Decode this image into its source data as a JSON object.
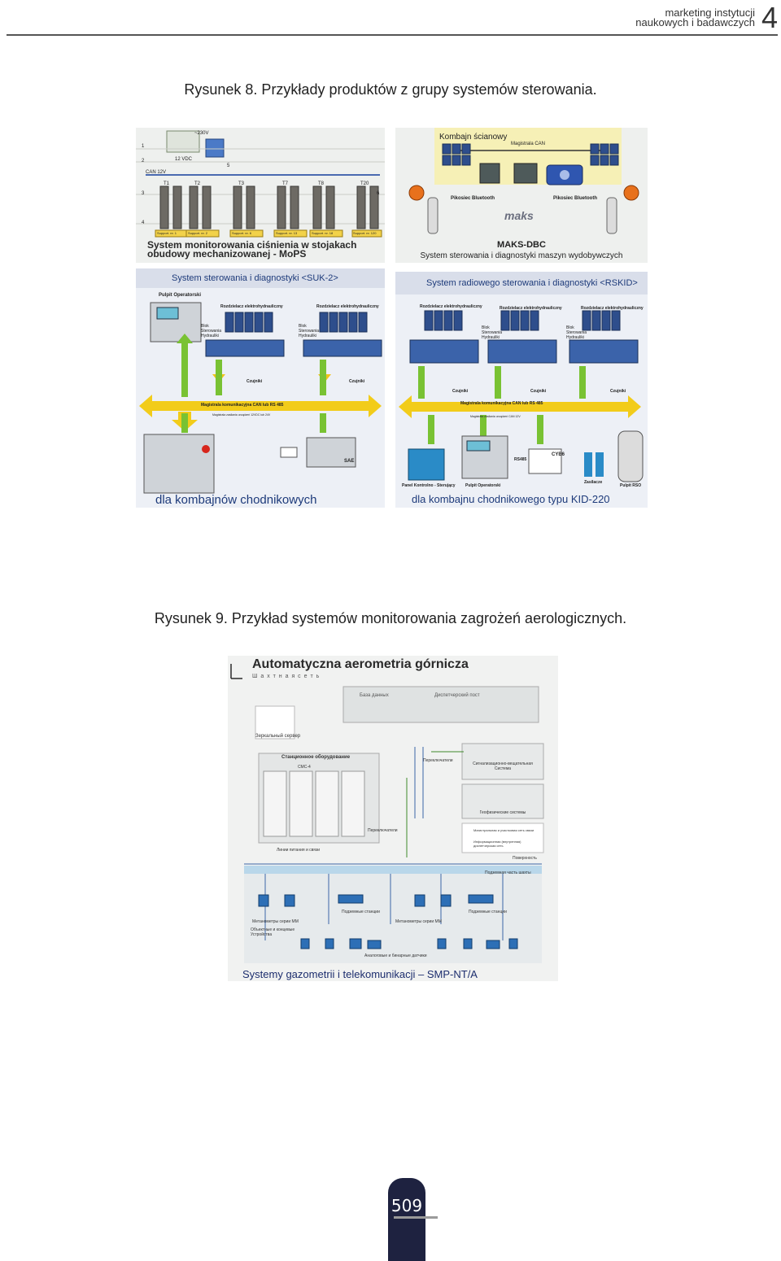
{
  "header": {
    "line1": "marketing instytucji",
    "line2": "naukowych i badawczych",
    "chapter": "4"
  },
  "figure8": {
    "caption": "Rysunek 8. Przykłady produktów z grupy systemów sterowania.",
    "mops": {
      "title_line1": "System monitorowania ciśnienia w stojakach",
      "title_line2": "obudowy mechanizowanej - MoPS",
      "voltage_230": "~230V",
      "voltage_12vdc": "12 VDC",
      "can_label": "CAN 12V",
      "row_numbers": [
        "1",
        "2",
        "3",
        "4",
        "5",
        "6"
      ],
      "tanks": [
        "T1",
        "T2",
        "T3",
        "T7",
        "T8",
        "T20"
      ],
      "supports": [
        "Support. nr. 1",
        "Support. nr. 2",
        "Support. nr. 6",
        "Support. nr. 13",
        "Support. nr. 18",
        "Support. nr. 120"
      ]
    },
    "maks": {
      "top_label": "Kombajn ścianowy",
      "bus_label": "Magistrala CAN",
      "remote_left": "Pikosiec Bluetooth",
      "remote_right": "Pikosiec Bluetooth",
      "logo": "maks",
      "title": "MAKS-DBC",
      "subtitle": "System sterowania i diagnostyki maszyn wydobywczych"
    },
    "suk": {
      "title": "System sterowania i diagnostyki <SUK-2>",
      "operator_panel": "Pulpit Operatorski",
      "distributor_1": "Rozdzielacz elektrohydrauliczny",
      "distributor_2": "Rozdzielacz elektrohydrauliczny",
      "block_label": "Blok Sterowania Hydrauliki",
      "sensors": "Czujniki",
      "bus": "Magistrala komunikacyjna CAN lub RS 485",
      "bus_sub": "Magistrala zasilania urządzeń   12VDC   lub   24V",
      "sae": "SAE",
      "footer": "dla kombajnów chodnikowych"
    },
    "rskid": {
      "title": "System radiowego sterowania i diagnostyki <RSKID>",
      "distributor": "Rozdzielacz elektrohydrauliczny",
      "block_label": "Blok Sterowania Hydrauliki",
      "sensors": "Czujniki",
      "bus": "Magistrala komunikacyjna CAN lub RS 485",
      "bus_sub": "Magistrala zasilania urządzeń   CAN   12V",
      "rs485": "RS485",
      "cyb": "CYB6",
      "panel_left": "Panel Kontrolno - Sterujący",
      "panel_mid": "Pulpit Operatorski",
      "power": "Zasilacze",
      "rso": "Pulpit RSO",
      "footer": "dla kombajnu chodnikowego typu KID-220"
    }
  },
  "figure9": {
    "caption": "Rysunek 9. Przykład systemów monitorowania zagrożeń aerologicznych.",
    "title": "Automatyczna aerometria górnicza",
    "subtitle_ru": "Ш а х т н а я   с е т ь",
    "database": "База данных",
    "dispatcher": "Диспетчерский пост",
    "mirror_server": "Зеркальный сервер",
    "switch1": "Переключатели",
    "station_equipment": "Станционное оборудование",
    "smc": "СМС-4",
    "signal_system": "Сигнализационно-вещательная Система",
    "geophysics": "Геофизические системы",
    "legend_1": "Магистральная и участковая сеть связи",
    "legend_2": "Информационная (внутренняя) диспетчерская сеть",
    "switch2": "Переключатели",
    "power_lines": "Линии питания и связи",
    "surface": "Поверхность",
    "underground": "Подземная часть шахты",
    "substations_1": "Подземные станции",
    "substations_2": "Подземные станции",
    "methanometers_1": "Метанометры серии ММ",
    "methanometers_2": "Метанометры серии ММ",
    "objects": "Объектные и концевые Устройства",
    "sensors_ru": "Аналоговые и бинарные датчики",
    "footer": "Systemy gazometrii i telekomunikacji – SMP-NT/A"
  },
  "page_number": "509"
}
